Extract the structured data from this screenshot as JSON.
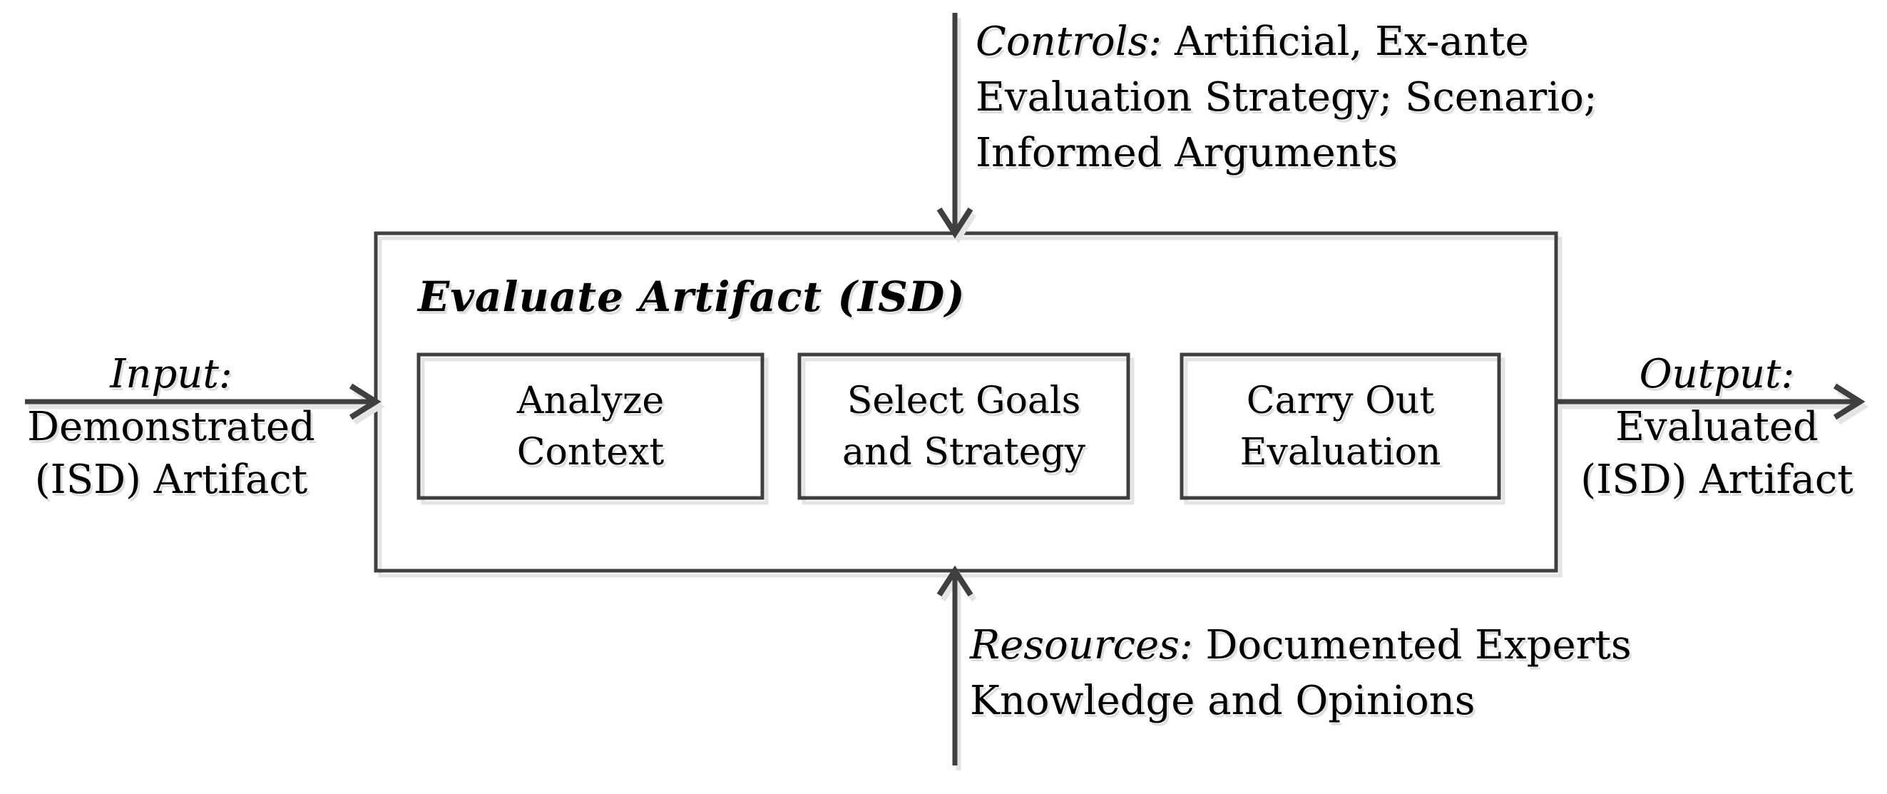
{
  "diagram": {
    "title": "Evaluate Artifact (ISD)",
    "controls": {
      "lead": "Controls:",
      "line1_rest": " Artificial, Ex-ante",
      "line2": "Evaluation Strategy; Scenario;",
      "line3": "Informed Arguments"
    },
    "input": {
      "lead": "Input:",
      "line2": "Demonstrated",
      "line3": "(ISD) Artifact"
    },
    "output": {
      "lead": "Output:",
      "line2": "Evaluated",
      "line3": "(ISD) Artifact"
    },
    "resources": {
      "lead": "Resources:",
      "line1_rest": " Documented Experts",
      "line2": "Knowledge and Opinions"
    },
    "steps": [
      {
        "line1": "Analyze",
        "line2": "Context"
      },
      {
        "line1": "Select Goals",
        "line2": "and Strategy"
      },
      {
        "line1": "Carry Out",
        "line2": "Evaluation"
      }
    ],
    "colors": {
      "line": "#3f3f3f",
      "shadow": "#e4e4e4",
      "text": "#000000",
      "background": "#ffffff"
    }
  }
}
